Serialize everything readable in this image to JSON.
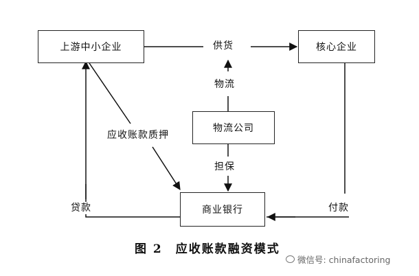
{
  "diagram": {
    "nodes": {
      "upstream": "上游中小企业",
      "core": "核心企业",
      "logistics": "物流公司",
      "bank": "商业银行"
    },
    "edge_labels": {
      "supply": "供货",
      "logistics_flow": "物流",
      "receivable_pledge": "应收账款质押",
      "guarantee": "担保",
      "loan": "贷款",
      "payment": "付款"
    }
  },
  "caption": "图 2　应收账款融资模式",
  "watermark": "微信号: chinafactoring"
}
